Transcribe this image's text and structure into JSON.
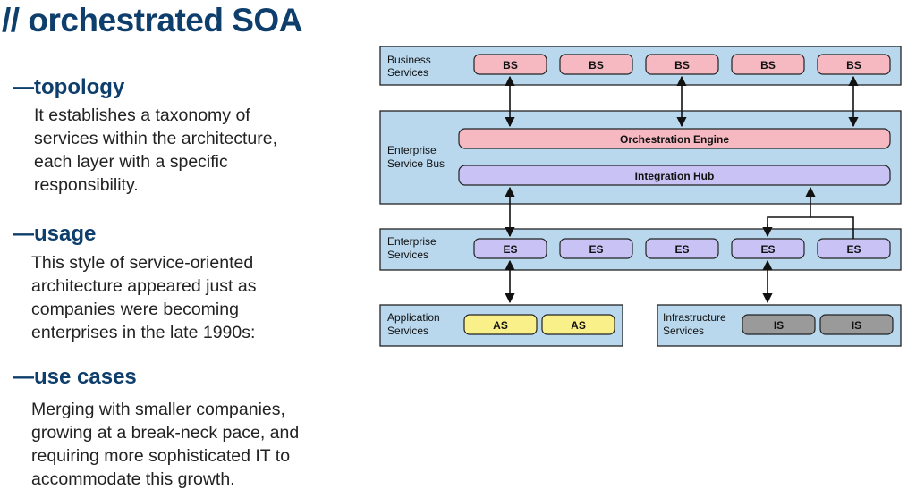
{
  "title": "// orchestrated SOA",
  "sections": [
    {
      "heading": "—topology",
      "lines": [
        "It establishes a taxonomy of",
        "services within the architecture,",
        "each layer with a specific",
        "responsibility."
      ]
    },
    {
      "heading": "—usage",
      "lines": [
        "This style of service-oriented",
        "architecture appeared just as",
        "companies were becoming",
        "enterprises in the late 1990s:"
      ]
    },
    {
      "heading": "—use cases",
      "lines": [
        "Merging with smaller companies,",
        "growing at a break-neck pace, and",
        "requiring more sophisticated IT to",
        "accommodate this growth."
      ]
    }
  ],
  "diagram": {
    "layers": {
      "business": {
        "label_lines": [
          "Business",
          "Services"
        ],
        "boxes": [
          "BS",
          "BS",
          "BS",
          "BS",
          "BS"
        ]
      },
      "esb": {
        "label_lines": [
          "Enterprise",
          "Service Bus"
        ],
        "orchestration": "Orchestration Engine",
        "integration": "Integration Hub"
      },
      "enterprise": {
        "label_lines": [
          "Enterprise",
          "Services"
        ],
        "boxes": [
          "ES",
          "ES",
          "ES",
          "ES",
          "ES"
        ]
      },
      "application": {
        "label_lines": [
          "Application",
          "Services"
        ],
        "boxes": [
          "AS",
          "AS"
        ]
      },
      "infrastructure": {
        "label_lines": [
          "Infrastructure",
          "Services"
        ],
        "boxes": [
          "IS",
          "IS"
        ]
      }
    },
    "colors": {
      "layer_fill": "#b9d8ee",
      "bs_fill": "#f6b8c1",
      "orchestration_fill": "#f6b8c1",
      "es_fill": "#c9c2f5",
      "integration_fill": "#c9c2f5",
      "as_fill": "#f9f08a",
      "is_fill": "#9a9a9a"
    }
  }
}
